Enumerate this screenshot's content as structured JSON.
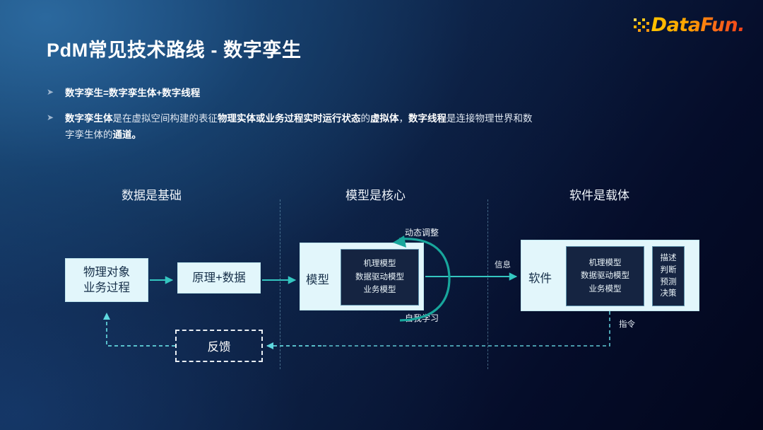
{
  "logo": {
    "text": "DataFun.",
    "dot_color_a": "#ffc400",
    "dot_color_b": "#ff8c1a",
    "gradient_from": "#ffc400",
    "gradient_to": "#f0401a"
  },
  "title": "PdM常见技术路线 - 数字孪生",
  "bullets": [
    {
      "marker": "➤",
      "parts": [
        {
          "text": "数字孪生=数字孪生体+数字线程",
          "bold": true
        }
      ]
    },
    {
      "marker": "➤",
      "parts": [
        {
          "text": "数字孪生体",
          "bold": true
        },
        {
          "text": "是在虚拟空间构建的表征",
          "bold": false
        },
        {
          "text": "物理实体或业务过程实时运行状态",
          "bold": true
        },
        {
          "text": "的",
          "bold": false
        },
        {
          "text": "虚拟体",
          "bold": true
        },
        {
          "text": "，",
          "bold": false
        },
        {
          "text": "数字线程",
          "bold": true
        },
        {
          "text": "是连接物理世界和数字孪生体的",
          "bold": false
        },
        {
          "text": "通道。",
          "bold": true
        }
      ]
    }
  ],
  "diagram": {
    "columns": [
      {
        "label": "数据是基础"
      },
      {
        "label": "模型是核心"
      },
      {
        "label": "软件是载体"
      }
    ],
    "box_physical": {
      "line1": "物理对象",
      "line2": "业务过程"
    },
    "box_principle": {
      "label": "原理+数据"
    },
    "model": {
      "side_label": "模型",
      "inner_lines": [
        "机理模型",
        "数据驱动模型",
        "业务模型"
      ]
    },
    "software": {
      "side_label": "软件",
      "inner_lines": [
        "机理模型",
        "数据驱动模型",
        "业务模型"
      ],
      "outcome_lines": [
        "描述",
        "判断",
        "预测",
        "决策"
      ]
    },
    "feedback": {
      "label": "反馈"
    },
    "arrow_labels": {
      "information": "信息",
      "instruction": "指令",
      "dynamic_adjust": "动态调整",
      "self_learning": "自我学习"
    }
  },
  "colors": {
    "accent_teal": "#2fb9ae",
    "light_box_bg": "#e2f6fb",
    "dark_box_bg": "#152441",
    "text_light": "#ffffff"
  }
}
